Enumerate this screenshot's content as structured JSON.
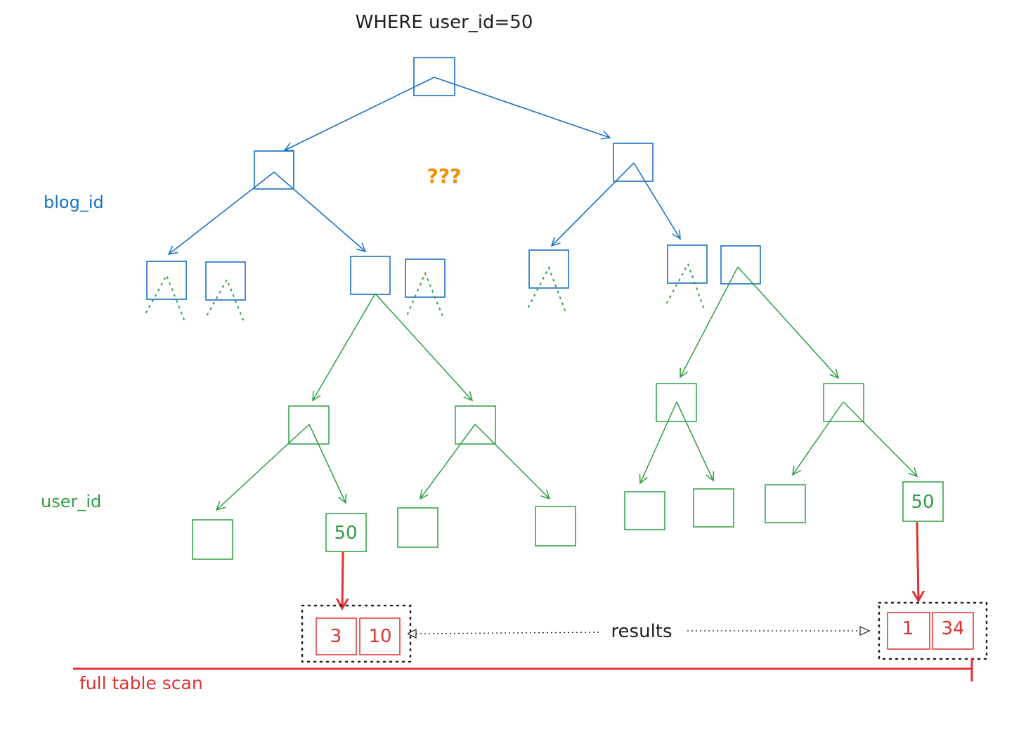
{
  "title": "WHERE user_id=50",
  "labels": {
    "blog_id": "blog_id",
    "user_id": "user_id",
    "unknown": "???",
    "results": "results",
    "full_table_scan": "full table scan"
  },
  "colors": {
    "blue": "#1971c2",
    "green": "#2f9e44",
    "red": "#e03131",
    "orange": "#f08c00",
    "black": "#1e1e1e"
  },
  "match_nodes": [
    {
      "value": "50"
    },
    {
      "value": "50"
    }
  ],
  "result_groups": [
    {
      "values": [
        "3",
        "10"
      ]
    },
    {
      "values": [
        "1",
        "34"
      ]
    }
  ]
}
